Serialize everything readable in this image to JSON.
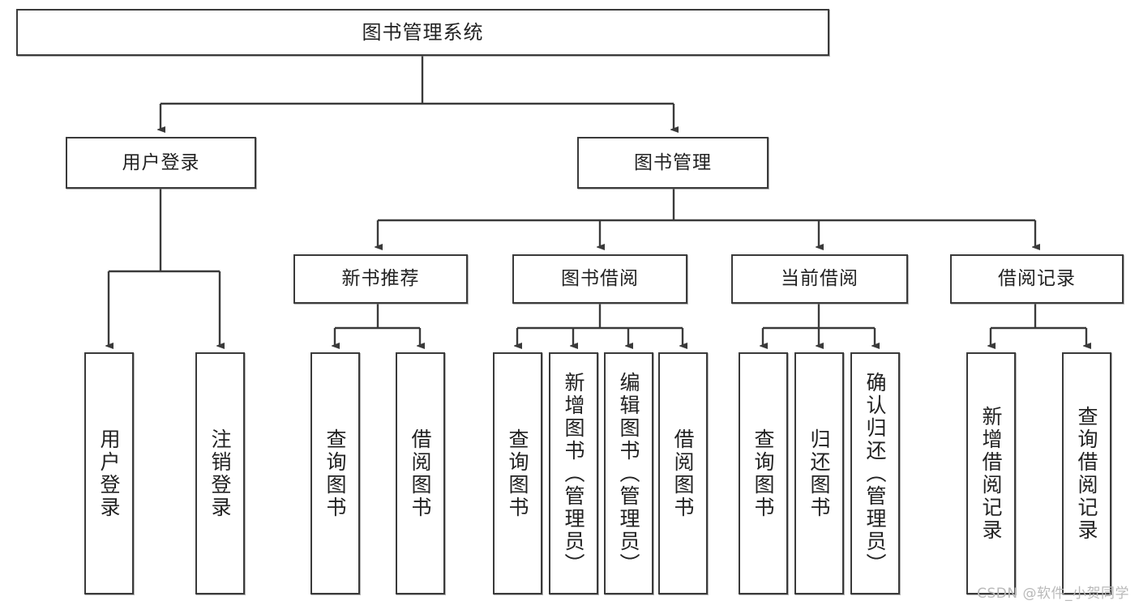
{
  "diagram": {
    "title": "图书管理系统",
    "type": "tree-hierarchy-chart",
    "watermark": "CSDN @软件_小贺同学",
    "colors": {
      "box_border": "#3a3a3a",
      "box_fill": "#ffffff",
      "edge": "#3a3a3a",
      "text": "#222222",
      "watermark": "#b9b9b9"
    },
    "nodes": {
      "root": {
        "label": "图书管理系统"
      },
      "level2": [
        {
          "label": "用户登录"
        },
        {
          "label": "图书管理"
        }
      ],
      "level3": [
        {
          "label": "新书推荐"
        },
        {
          "label": "图书借阅"
        },
        {
          "label": "当前借阅"
        },
        {
          "label": "借阅记录"
        }
      ],
      "leaves": {
        "user_login": [
          {
            "label": "用户登录"
          },
          {
            "label": "注销登录"
          }
        ],
        "new_book_recommend": [
          {
            "label": "查询图书"
          },
          {
            "label": "借阅图书"
          }
        ],
        "book_borrow": [
          {
            "label": "查询图书"
          },
          {
            "label": "新增图书（管理员）"
          },
          {
            "label": "编辑图书（管理员）"
          },
          {
            "label": "借阅图书"
          }
        ],
        "current_borrow": [
          {
            "label": "查询图书"
          },
          {
            "label": "归还图书"
          },
          {
            "label": "确认归还（管理员）"
          }
        ],
        "borrow_record": [
          {
            "label": "新增借阅记录"
          },
          {
            "label": "查询借阅记录"
          }
        ]
      }
    }
  }
}
